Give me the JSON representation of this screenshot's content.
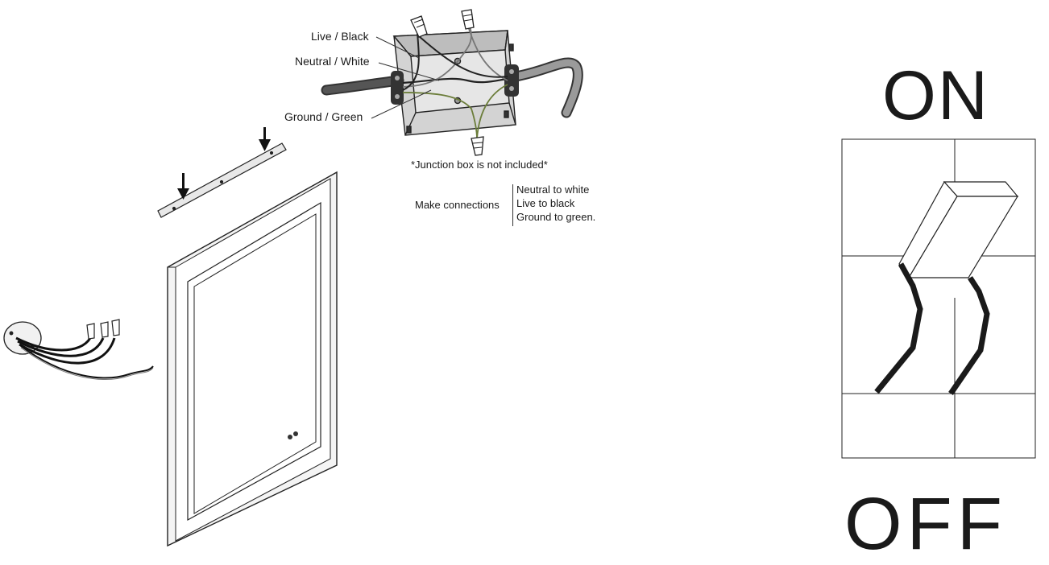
{
  "labels": {
    "live": "Live / Black",
    "neutral": "Neutral / White",
    "ground": "Ground / Green",
    "junction_note": "*Junction box is not included*",
    "make_connections": "Make connections",
    "conn_1": "Neutral to white",
    "conn_2": "Live to black",
    "conn_3": "Ground to green."
  },
  "switch": {
    "on": "ON",
    "off": "OFF"
  }
}
